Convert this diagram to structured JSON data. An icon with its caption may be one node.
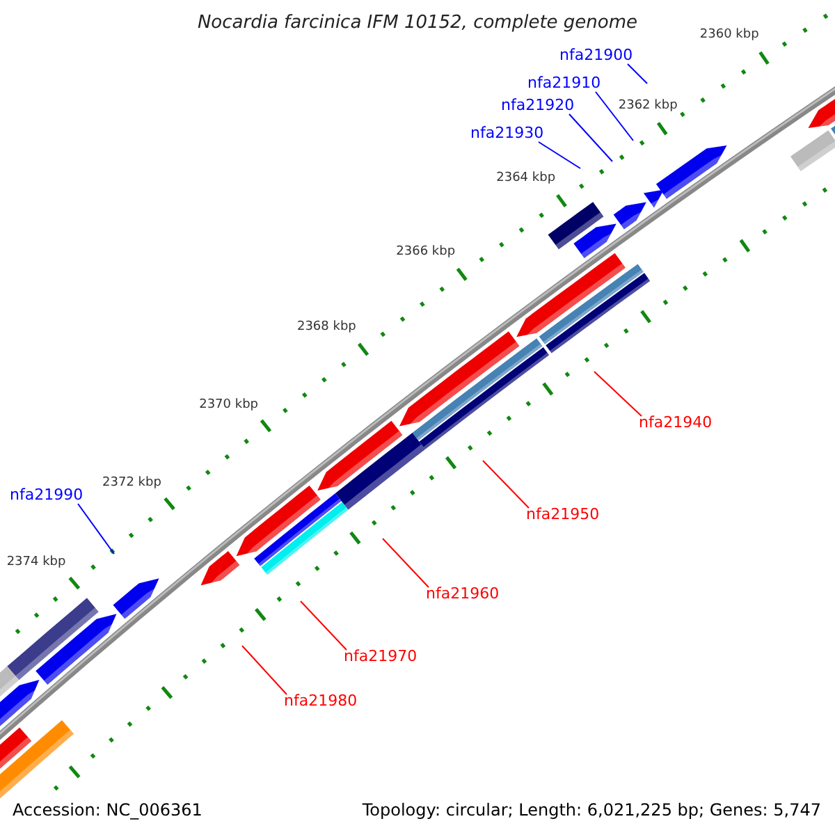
{
  "diagram": {
    "title": "Nocardia farcinica IFM 10152, complete genome",
    "nodes": [
      {
        "text": [
          "nfa21900"
        ]
      },
      {
        "text": [
          "nfa21910"
        ]
      },
      {
        "text": [
          "nfa21920"
        ]
      },
      {
        "text": [
          "nfa21930"
        ]
      },
      {
        "text": [
          "nfa21940"
        ]
      },
      {
        "text": [
          "nfa21950"
        ]
      },
      {
        "text": [
          "nfa21960"
        ]
      },
      {
        "text": [
          "nfa21970"
        ]
      },
      {
        "text": [
          "nfa21980"
        ]
      },
      {
        "text": [
          "nfa21990"
        ]
      }
    ],
    "edges": [
      {
        "from": 0,
        "to": null,
        "arrow": "none",
        "color": "#0000ff"
      },
      {
        "from": 1,
        "to": null,
        "arrow": "none",
        "color": "#0000ff"
      },
      {
        "from": 2,
        "to": null,
        "arrow": "none",
        "color": "#0000ff"
      },
      {
        "from": 3,
        "to": null,
        "arrow": "none",
        "color": "#0000ff"
      },
      {
        "from": 4,
        "to": null,
        "arrow": "none",
        "color": "#ff0000"
      },
      {
        "from": 5,
        "to": null,
        "arrow": "none",
        "color": "#ff0000"
      },
      {
        "from": 6,
        "to": null,
        "arrow": "none",
        "color": "#ff0000"
      },
      {
        "from": 7,
        "to": null,
        "arrow": "none",
        "color": "#ff0000"
      },
      {
        "from": 8,
        "to": null,
        "arrow": "none",
        "color": "#ff0000"
      },
      {
        "from": 9,
        "to": null,
        "arrow": "none",
        "color": "#0000ff"
      }
    ],
    "labels": [
      "2360 kbp",
      "2362 kbp",
      "2364 kbp",
      "2366 kbp",
      "2368 kbp",
      "2370 kbp",
      "2372 kbp",
      "2374 kbp",
      "Accession: NC_006361",
      "Topology: circular; Length: 6,021,225 bp; Genes: 5,747"
    ]
  }
}
